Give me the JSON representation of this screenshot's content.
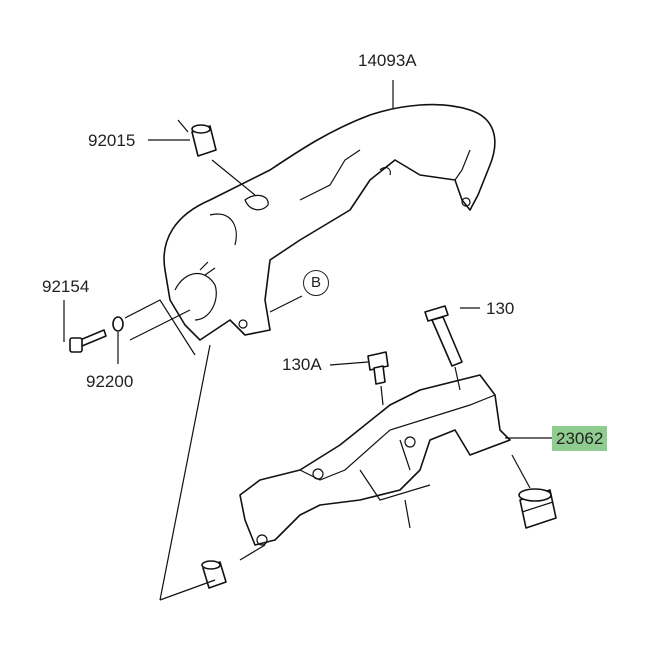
{
  "diagram": {
    "callouts": [
      {
        "id": "14093A",
        "label": "14093A"
      },
      {
        "id": "92015",
        "label": "92015"
      },
      {
        "id": "92154",
        "label": "92154"
      },
      {
        "id": "92200",
        "label": "92200"
      },
      {
        "id": "130",
        "label": "130"
      },
      {
        "id": "130A",
        "label": "130A"
      },
      {
        "id": "23062",
        "label": "23062",
        "highlighted": true
      }
    ],
    "reference_marker": "B",
    "highlight_color": "#8fcc8f"
  }
}
